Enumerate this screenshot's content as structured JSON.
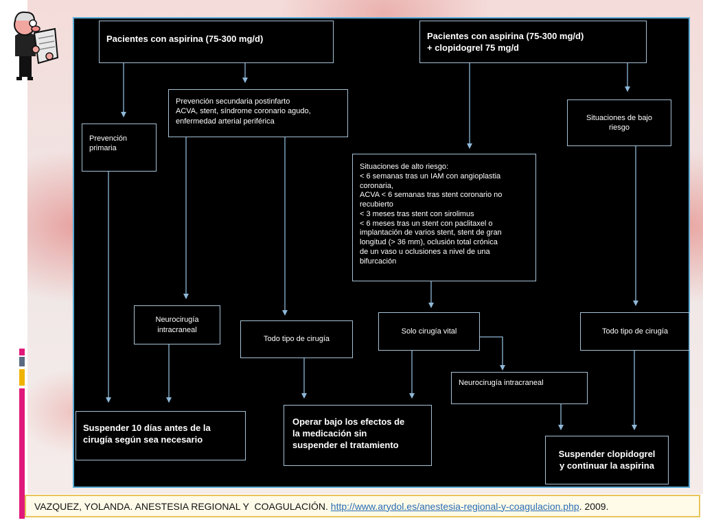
{
  "flowchart": {
    "nodes": [
      {
        "id": "aspirin",
        "text": "Pacientes con aspirina (75-300 mg/d)",
        "style": "bold"
      },
      {
        "id": "aspirin_clopi",
        "text": "Pacientes con aspirina (75-300 mg/d)\n    +  clopidogrel 75 mg/d",
        "style": "bold"
      },
      {
        "id": "secondary_prev",
        "text": "Prevención secundaria postinfarto\nACVA, stent, síndrome coronario agudo,\nenfermedad arterial periférica",
        "style": "small"
      },
      {
        "id": "low_risk",
        "text": "Situaciones de bajo\nriesgo",
        "style": "small"
      },
      {
        "id": "primary_prev",
        "text": "Prevención\nprimaria",
        "style": "small"
      },
      {
        "id": "high_risk",
        "text": "Situaciones de alto riesgo:\n<  6 semanas tras un IAM con angioplastia\ncoronaria,\nACVA < 6 semanas tras stent coronario no\nrecubierto\n< 3 meses tras stent con sirolimus\n< 6 meses tras un stent con paclitaxel o\nimplantación de varios stent, stent de gran\nlongitud (> 36 mm), oclusión  total  crónica\nde un vaso u oclusiones a nivel de una\nbifurcación",
        "style": "small"
      },
      {
        "id": "neuro1",
        "text": "Neurocirugía\nintracraneal",
        "style": "small"
      },
      {
        "id": "all_surgery1",
        "text": "Todo tipo de cirugía",
        "style": "small"
      },
      {
        "id": "vital_only",
        "text": "Solo cirugía vital",
        "style": "small"
      },
      {
        "id": "all_surgery2",
        "text": "Todo tipo de cirugía",
        "style": "small"
      },
      {
        "id": "neuro2",
        "text": "Neurocirugía intracraneal",
        "style": "small"
      },
      {
        "id": "suspend10",
        "text": "Suspender 10 días antes de la\ncirugía según sea necesario",
        "style": "bold"
      },
      {
        "id": "operate",
        "text": "Operar bajo los efectos de\nla medicación sin\nsuspender el tratamiento",
        "style": "bold"
      },
      {
        "id": "suspend_clopi",
        "text": "Suspender clopidogrel\ny continuar la aspirina",
        "style": "bold"
      }
    ],
    "edges": [
      {
        "from": "aspirin",
        "to": "primary_prev"
      },
      {
        "from": "aspirin",
        "to": "secondary_prev"
      },
      {
        "from": "aspirin_clopi",
        "to": "high_risk"
      },
      {
        "from": "aspirin_clopi",
        "to": "low_risk"
      },
      {
        "from": "primary_prev",
        "to": "suspend10"
      },
      {
        "from": "secondary_prev",
        "to": "neuro1"
      },
      {
        "from": "secondary_prev",
        "to": "all_surgery1"
      },
      {
        "from": "neuro1",
        "to": "suspend10"
      },
      {
        "from": "all_surgery1",
        "to": "operate"
      },
      {
        "from": "high_risk",
        "to": "vital_only"
      },
      {
        "from": "vital_only",
        "to": "operate"
      },
      {
        "from": "vital_only",
        "to": "neuro2"
      },
      {
        "from": "neuro2",
        "to": "suspend_clopi"
      },
      {
        "from": "low_risk",
        "to": "all_surgery2"
      },
      {
        "from": "all_surgery2",
        "to": "suspend_clopi"
      }
    ]
  },
  "caption": {
    "prefix": "VAZQUEZ, YOLANDA. ANESTESIA REGIONAL Y  COAGULACIÓN. ",
    "link": "http://www.arydol.es/anestesia-regional-y-coagulacion.php",
    "suffix": ". 2009."
  },
  "colors": {
    "panel_bg": "#000000",
    "panel_border": "#58a9d6",
    "arrow": "#8fb8d8",
    "node_border": "#a8c4d8",
    "accent_pink": "#e0187a",
    "accent_yellow": "#f0b400",
    "accent_gray": "#5a6a80"
  },
  "decor": {
    "mascot_icon": "reading-man-icon"
  }
}
